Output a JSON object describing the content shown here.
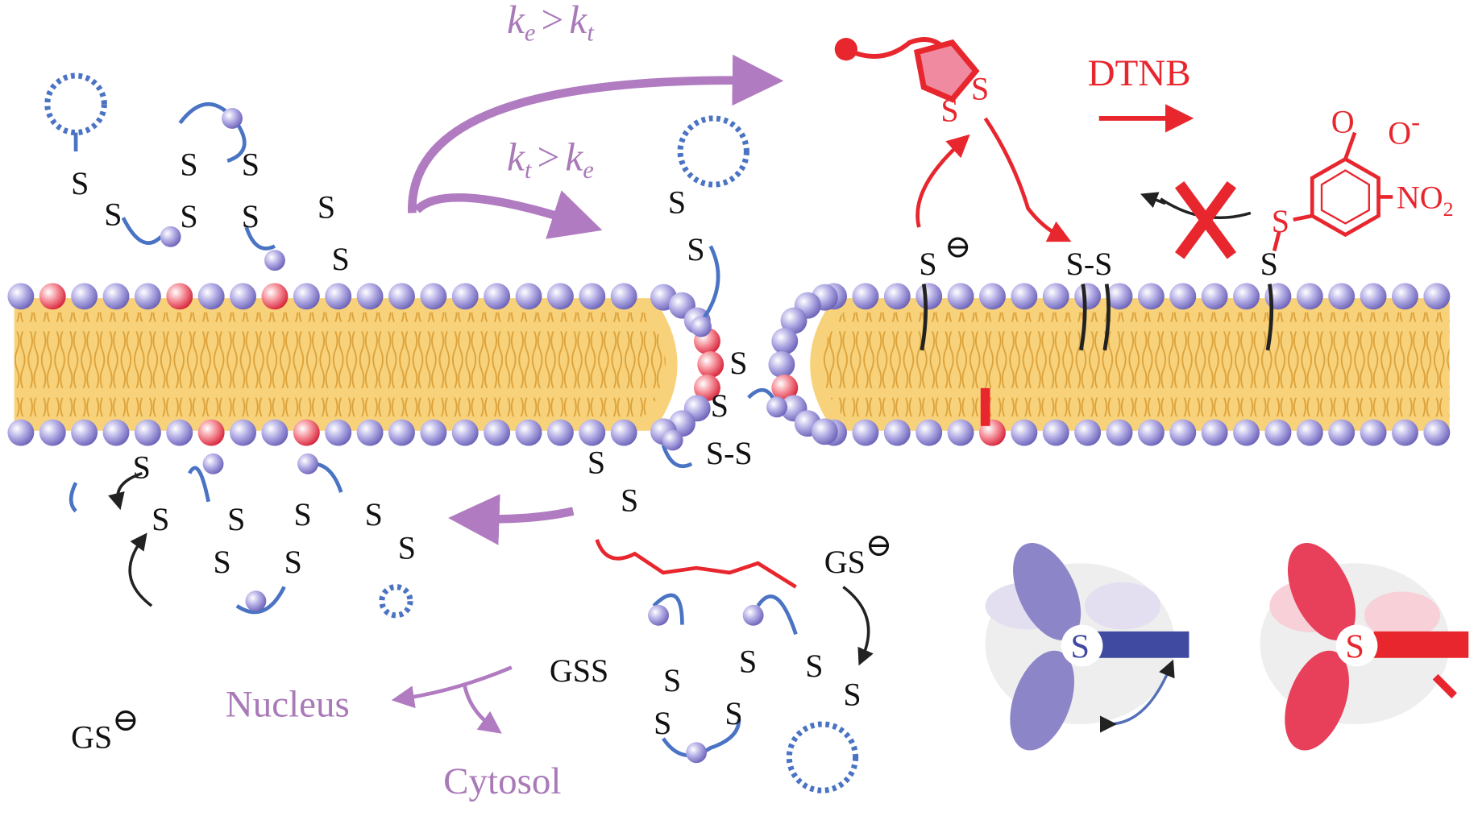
{
  "arrows": {
    "upper": {
      "k1": "k",
      "k1_sub": "e",
      "op": ">",
      "k2": "k",
      "k2_sub": "t"
    },
    "lower": {
      "k1": "k",
      "k1_sub": "t",
      "op": ">",
      "k2": "k",
      "k2_sub": "e"
    }
  },
  "reagent": {
    "name": "DTNB",
    "o1": "O",
    "o2": "O",
    "o2_charge": "-",
    "no2": "NO",
    "no2_sub": "2",
    "s": "S"
  },
  "labels": {
    "nucleus": "Nucleus",
    "cytosol": "Cytosol",
    "gs_left": "GS",
    "gs_right": "GS",
    "gss": "GSS",
    "s_anion": "S",
    "ss": "S-S",
    "s": "S",
    "orbital_s_blue": "S",
    "orbital_s_red": "S",
    "thiolate_charge": "⊖"
  },
  "colors": {
    "membrane": "#f8d27a",
    "head": "#9d95d6",
    "thiol": "#e8262e",
    "arrow": "#b07bc0",
    "probe": "#4a73c4"
  }
}
